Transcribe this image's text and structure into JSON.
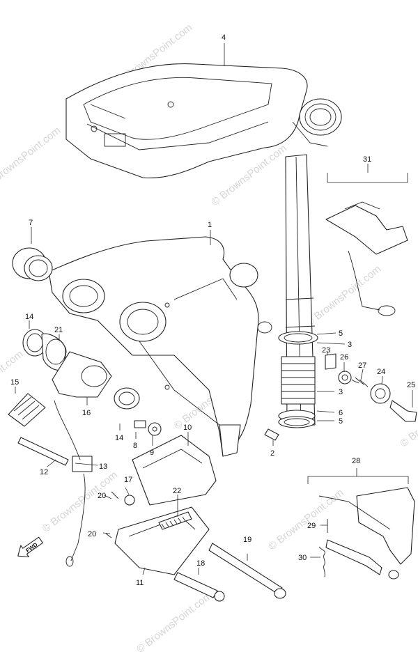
{
  "watermark": "© BrownsPoint.com",
  "fwd_label": "FWD",
  "callouts": {
    "c1": "1",
    "c2": "2",
    "c3a": "3",
    "c3b": "3",
    "c4": "4",
    "c5a": "5",
    "c5b": "5",
    "c6": "6",
    "c7": "7",
    "c8": "8",
    "c9": "9",
    "c10": "10",
    "c11": "11",
    "c12": "12",
    "c13": "13",
    "c14a": "14",
    "c14b": "14",
    "c15": "15",
    "c16": "16",
    "c17": "17",
    "c18": "18",
    "c19": "19",
    "c20a": "20",
    "c20b": "20",
    "c21": "21",
    "c22": "22",
    "c23": "23",
    "c24": "24",
    "c25": "25",
    "c26": "26",
    "c27": "27",
    "c28": "28",
    "c29": "29",
    "c30": "30",
    "c31": "31"
  }
}
